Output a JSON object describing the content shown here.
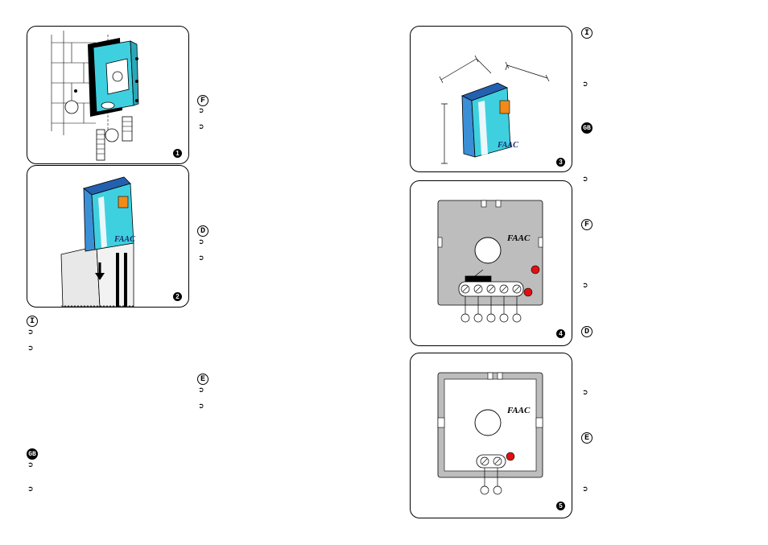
{
  "figures": [
    {
      "id": "fig1",
      "number": "1"
    },
    {
      "id": "fig2",
      "number": "2"
    },
    {
      "id": "fig3",
      "number": "3"
    },
    {
      "id": "fig4",
      "number": "4"
    },
    {
      "id": "fig5",
      "number": "5"
    }
  ],
  "brand": "FAAC",
  "languages": {
    "left_col": [
      "I",
      "GB"
    ],
    "mid_col": [
      "F",
      "D",
      "E"
    ],
    "right_col": [
      "I",
      "GB",
      "F",
      "D",
      "E"
    ]
  },
  "bullet": "➲",
  "colors": {
    "cyan": "#3fd0e0",
    "blue": "#3a8fd6",
    "dark_blue": "#2460b0",
    "orange": "#f28a1a",
    "red": "#e01010",
    "grey": "#bdbdbd"
  }
}
